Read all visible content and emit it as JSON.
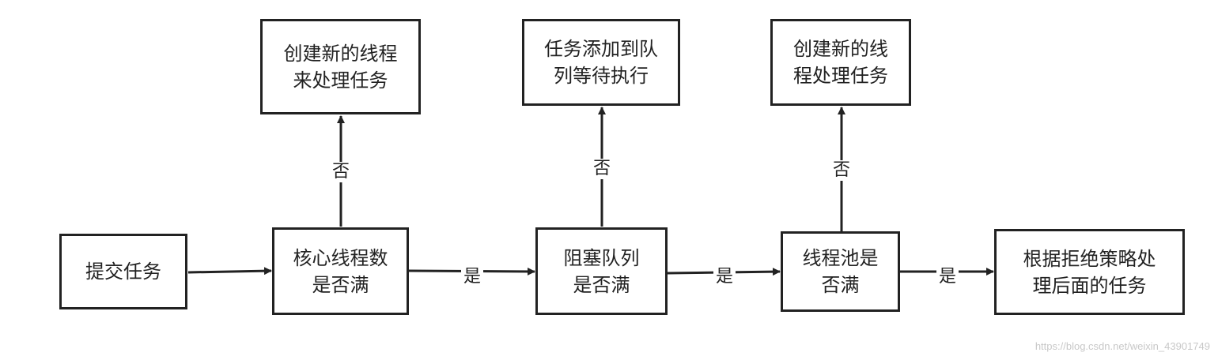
{
  "nodes": {
    "submit": "提交任务",
    "core_check": "核心线程数\n是否满",
    "queue_check": "阻塞队列\n是否满",
    "pool_check": "线程池是\n否满",
    "reject": "根据拒绝策略处\n理后面的任务",
    "create_core": "创建新的线程\n来处理任务",
    "enqueue": "任务添加到队\n列等待执行",
    "create_nonCore": "创建新的线\n程处理任务"
  },
  "edge_labels": {
    "yes": "是",
    "no": "否"
  },
  "watermark": "https://blog.csdn.net/weixin_43901749",
  "colors": {
    "stroke": "#222222",
    "background": "#ffffff"
  }
}
